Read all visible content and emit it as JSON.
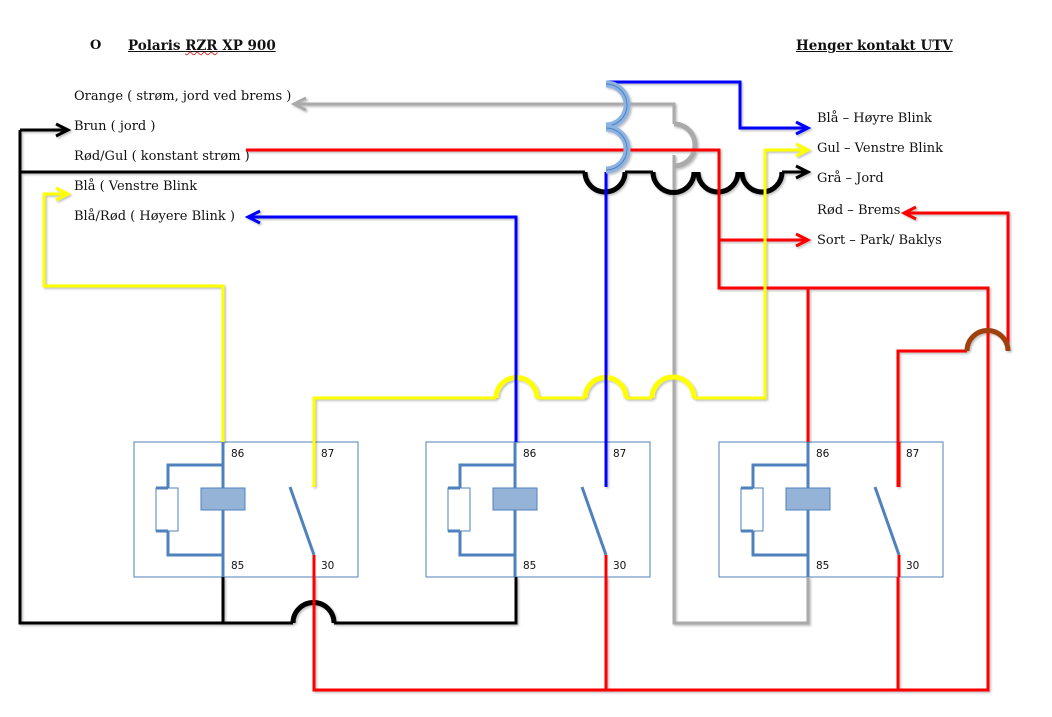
{
  "header": {
    "bullet": "O",
    "left_title_prefix": "Polaris ",
    "left_title_flagged": "RZR",
    "left_title_suffix": " XP 900",
    "right_title": "Henger kontakt UTV"
  },
  "vehicle_wires": [
    {
      "label": "Orange ( strøm, jord ved brems )",
      "wire_color": "#aaaaaa"
    },
    {
      "label": "Brun ( jord )",
      "wire_color": "#000000"
    },
    {
      "label": "Rød/Gul ( konstant strøm )",
      "wire_color": "#ff0000"
    },
    {
      "label": "Blå ( Venstre Blink",
      "wire_color": "#ffff00"
    },
    {
      "label": "Blå/Rød ( Høyere Blink )",
      "wire_color": "#0000ff"
    }
  ],
  "trailer_wires": [
    {
      "label": "Blå – Høyre Blink",
      "wire_color": "#0000ff"
    },
    {
      "label": "Gul – Venstre Blink",
      "wire_color": "#ffff00"
    },
    {
      "label": "Grå – Jord",
      "wire_color": "#000000"
    },
    {
      "label": "Rød – Brems",
      "wire_color": "#ff0000"
    },
    {
      "label": "Sort – Park/ Baklys",
      "wire_color": "#ff0000"
    }
  ],
  "relays": [
    {
      "name": "relay-1",
      "pins": {
        "p86": "86",
        "p87": "87",
        "p85": "85",
        "p30": "30"
      }
    },
    {
      "name": "relay-2",
      "pins": {
        "p86": "86",
        "p87": "87",
        "p85": "85",
        "p30": "30"
      }
    },
    {
      "name": "relay-3",
      "pins": {
        "p86": "86",
        "p87": "87",
        "p85": "85",
        "p30": "30"
      }
    }
  ],
  "colors": {
    "red": "#ff0000",
    "blue": "#0000ff",
    "yellow": "#ffff00",
    "black": "#000000",
    "gray": "#aaaaaa",
    "relay_outline": "#4f81bd",
    "relay_fill": "#95b3d7",
    "brown_jump": "#a0410d",
    "light_blue_jump": "#8db3e2"
  }
}
